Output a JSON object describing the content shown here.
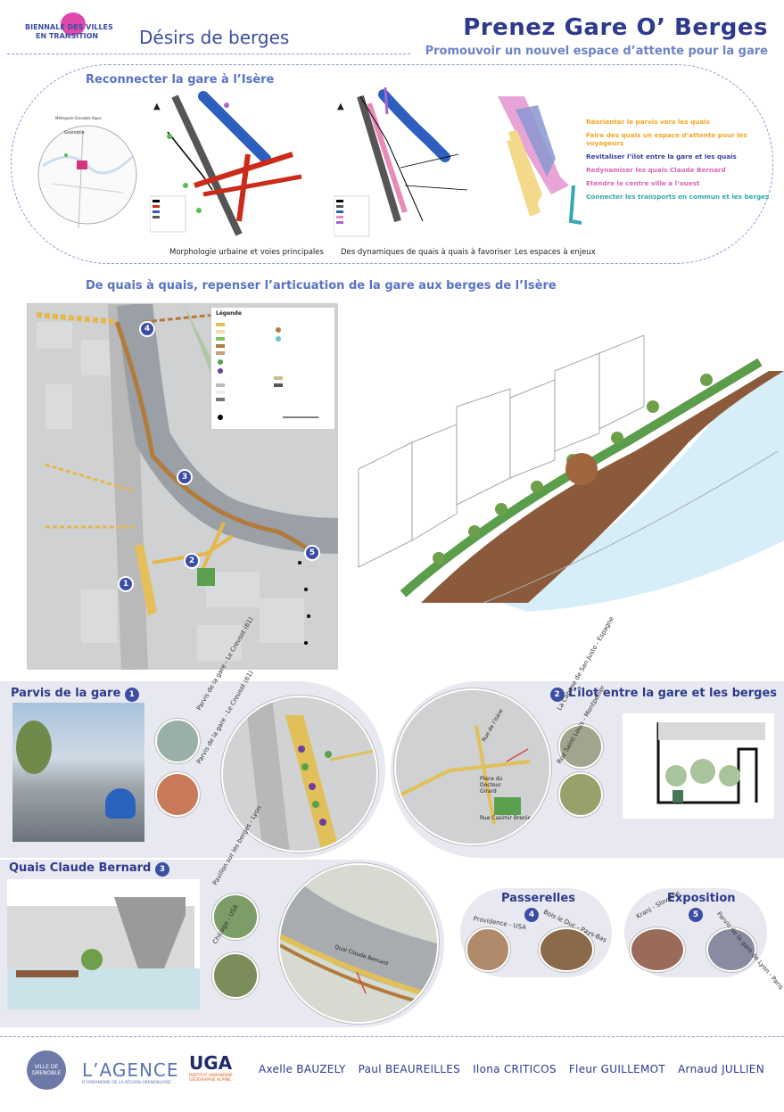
{
  "header": {
    "logo_line1": "BIENNALE DES VILLES",
    "logo_line2": "EN TRANSITION",
    "left_title": "Désirs de berges",
    "main_title": "Prenez Gare O’ Berges",
    "subtitle": "Promouvoir un nouvel espace d’attente pour la gare"
  },
  "section1": {
    "heading": "Reconnecter la gare à l’Isère",
    "caption_morph": "Morphologie urbaine et voies principales",
    "caption_quais": "Des dynamiques de quais à quais à favoriser",
    "caption_enjeux": "Les espaces à enjeux",
    "small_map_label1": "Grenoble",
    "small_map_label2": "Métropole Grenoble Alpes",
    "goals": [
      {
        "text": "Réorienter le parvis vers les quais",
        "color": "#f5a51f"
      },
      {
        "text": "Faire des quais un espace d’attente pour les voyageurs",
        "color": "#f5a51f"
      },
      {
        "text": "Revitaliser l’îlot entre la gare et les quais",
        "color": "#3b3f9c"
      },
      {
        "text": "Redynamiser les quais Claude Bernard",
        "color": "#d966b9"
      },
      {
        "text": "Etendre le centre ville à l’ouest",
        "color": "#d966b9"
      },
      {
        "text": "Connecter les transports en commun et les berges",
        "color": "#2fa6b3"
      }
    ]
  },
  "section2": {
    "heading": "De quais à quais, repenser l’articuation de la gare aux berges de l’Isère",
    "legend_title": "Légende",
    "markers": [
      "1",
      "2",
      "3",
      "4",
      "5"
    ]
  },
  "panels": {
    "parvis": {
      "title": "Parvis de la gare",
      "num": "1",
      "photo1": "Parvis de la gare - Le Creusot (61)",
      "photo2": "Parvis de la gare - Le Creusot (61)"
    },
    "ilot": {
      "title": "L’îlot entre la gare et les berges",
      "num": "2",
      "photo1": "La Cabane de San Justo - Espagne",
      "photo2": "Rue Saint Louis - Montpellier",
      "street1": "Rue de l’Isère",
      "street2": "Rue Casimir Brenier",
      "place": "Place du Docteur Girard"
    },
    "quais": {
      "title": "Quais Claude Bernard",
      "num": "3",
      "photo1": "Pavillon sur les berges - Lyon",
      "photo2": "Chicago - USA",
      "street": "Quai Claude Bernard"
    },
    "passerelles": {
      "title": "Passerelles",
      "num": "4",
      "photo1": "Providence - USA",
      "photo2": "Bois le Duc - Pays-Bas"
    },
    "exposition": {
      "title": "Exposition",
      "num": "5",
      "photo1": "Kranj - Slovénie",
      "photo2": "Parvis de la gare de Lyon - Paris"
    }
  },
  "footer": {
    "logo_agence": "L’AGENCE",
    "logo_agence_sub": "D’URBANISME DE LA RÉGION GRENOBLOISE",
    "logo_uga": "UGA",
    "logo_uga_sub": "INSTITUT URBANISME GÉOGRAPHIE ALPINE",
    "logo_ville": "VILLE DE GRENOBLE",
    "authors": [
      "Axelle BAUZELY",
      "Paul BEAUREILLES",
      "Ilona CRITICOS",
      "Fleur GUILLEMOT",
      "Arnaud JULLIEN"
    ]
  }
}
